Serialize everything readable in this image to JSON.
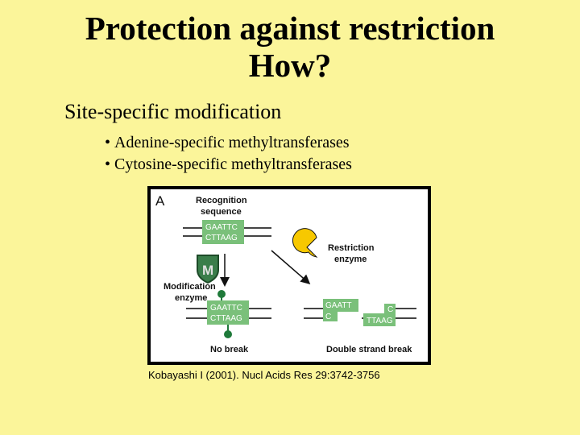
{
  "slide": {
    "title_line1": "Protection against restriction",
    "title_line2": "How?",
    "subheading": "Site-specific modification",
    "bullets": [
      "Adenine-specific methyltransferases",
      "Cytosine-specific methyltransferases"
    ],
    "citation": "Kobayashi I (2001). Nucl Acids Res 29:3742-3756"
  },
  "figure": {
    "panel_letter": "A",
    "recognition_label": [
      "Recognition",
      "sequence"
    ],
    "sequence_top": "GAATTC",
    "sequence_bottom": "CTTAAG",
    "modification_label": [
      "Modification",
      "enzyme"
    ],
    "modification_symbol": "M",
    "restriction_label": [
      "Restriction",
      "enzyme"
    ],
    "cut_left_top": "GAATT",
    "cut_left_bottom": "C",
    "cut_right_top": "C",
    "cut_right_bottom": "TTAAG",
    "no_break_label": "No break",
    "double_break_label": "Double strand break",
    "colors": {
      "sequence_box": "#7ac07a",
      "methyl_dot": "#1f7a3a",
      "restriction_enzyme": "#f7c800",
      "modification_enzyme": "#3a7d4a"
    }
  }
}
